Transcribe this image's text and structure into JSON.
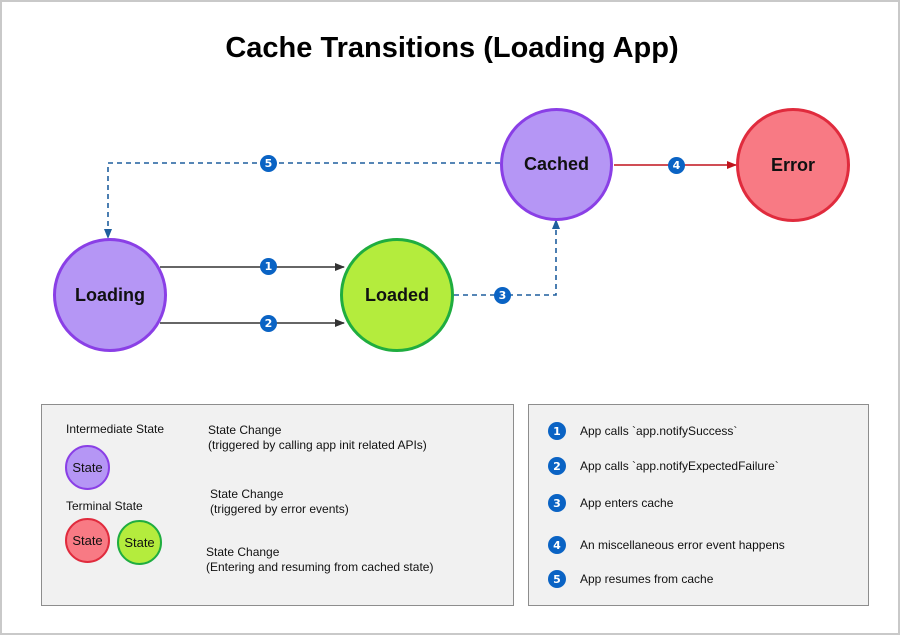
{
  "title": "Cache Transitions (Loading App)",
  "nodes": {
    "loading": "Loading",
    "loaded": "Loaded",
    "cached": "Cached",
    "error": "Error"
  },
  "edge_badges": [
    "1",
    "2",
    "3",
    "4",
    "5"
  ],
  "legend": {
    "intermediate_label": "Intermediate State",
    "terminal_label": "Terminal State",
    "sample_state": "State",
    "app_change_title": "State Change",
    "app_change_desc": "(triggered by calling app init related APIs)",
    "error_change_title": "State Change",
    "error_change_desc": "(triggered by error events)",
    "cache_change_title": "State Change",
    "cache_change_desc": "(Entering and resuming from cached state)"
  },
  "steps": [
    {
      "num": "1",
      "text": "App calls `app.notifySuccess`"
    },
    {
      "num": "2",
      "text": "App calls `app.notifyExpectedFailure`"
    },
    {
      "num": "3",
      "text": "App enters cache"
    },
    {
      "num": "4",
      "text": "An miscellaneous error event happens"
    },
    {
      "num": "5",
      "text": "App resumes from cache"
    }
  ],
  "colors": {
    "app_api_arrow": "#333333",
    "error_arrow": "#c0141d",
    "cache_arrow": "#1f5f9e",
    "badge": "#0a63c4"
  }
}
